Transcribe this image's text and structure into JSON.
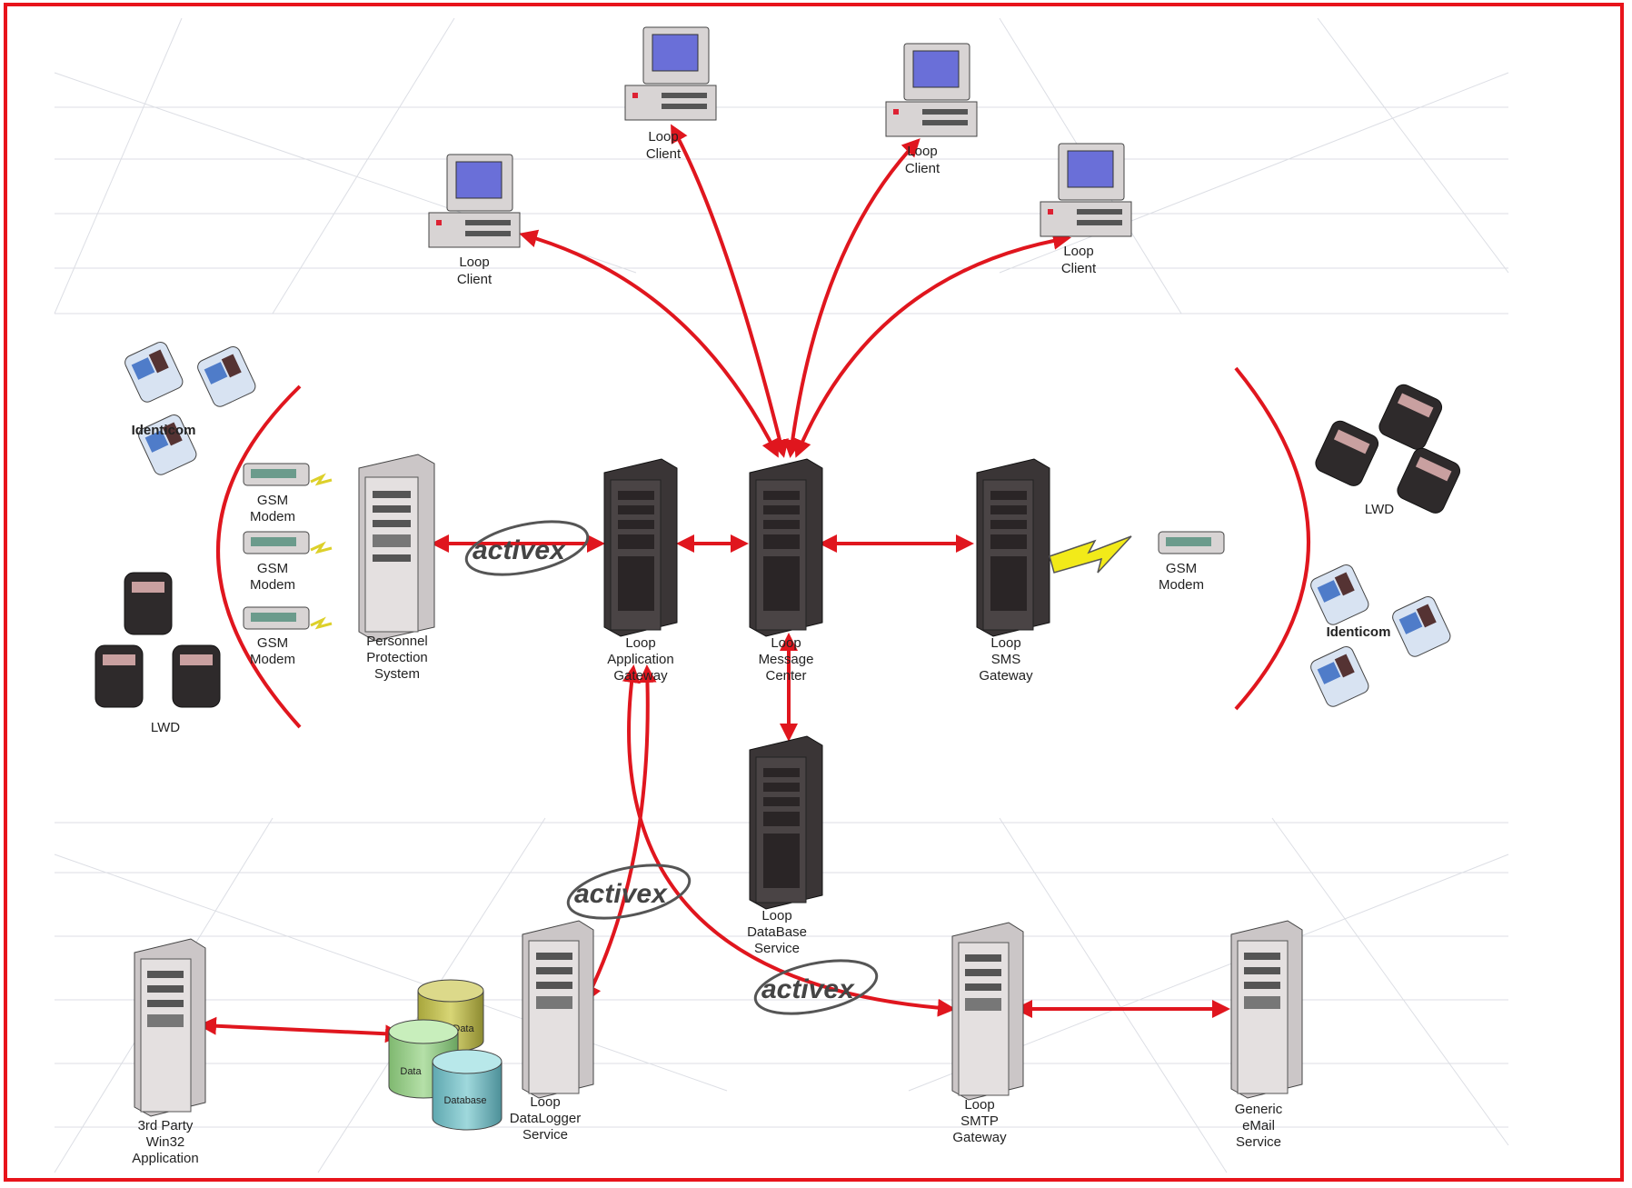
{
  "diagram": {
    "clients": [
      {
        "name": "client-top-left",
        "label": [
          "Loop",
          "Client"
        ]
      },
      {
        "name": "client-top-center-left",
        "label": [
          "Loop",
          "Client"
        ]
      },
      {
        "name": "client-top-center-right",
        "label": [
          "Loop",
          "Client"
        ]
      },
      {
        "name": "client-top-right",
        "label": [
          "Loop",
          "Client"
        ]
      }
    ],
    "left_group": {
      "identicom_label": "Identicom",
      "lwd_label": "LWD",
      "modems": [
        [
          "GSM",
          "Modem"
        ],
        [
          "GSM",
          "Modem"
        ],
        [
          "GSM",
          "Modem"
        ]
      ],
      "pps_label": [
        "Personnel",
        "Protection",
        "System"
      ]
    },
    "center": {
      "app_gateway": [
        "Loop",
        "Application",
        "Gateway"
      ],
      "message_center": [
        "Loop",
        "Message",
        "Center"
      ],
      "sms_gateway": [
        "Loop",
        "SMS",
        "Gateway"
      ],
      "database_service": [
        "Loop",
        "DataBase",
        "Service"
      ],
      "sms_modem": [
        "GSM",
        "Modem"
      ]
    },
    "right_group": {
      "lwd_label": "LWD",
      "identicom_label": "Identicom"
    },
    "bottom": {
      "third_party": [
        "3rd Party",
        "Win32",
        "Application"
      ],
      "databases": [
        "Data",
        "Data",
        "Database"
      ],
      "datalogger": [
        "Loop",
        "DataLogger",
        "Service"
      ],
      "smtp_gateway": [
        "Loop",
        "SMTP",
        "Gateway"
      ],
      "generic_mail": [
        "Generic",
        "eMail",
        "Service"
      ]
    },
    "activex_logo_text": "activex",
    "colors": {
      "arrow": "#e0161e",
      "frame": "#e8141b",
      "server_dark": "#3a3536",
      "server_light": "#d8d4d4",
      "lightning": "#f2ea19"
    }
  }
}
